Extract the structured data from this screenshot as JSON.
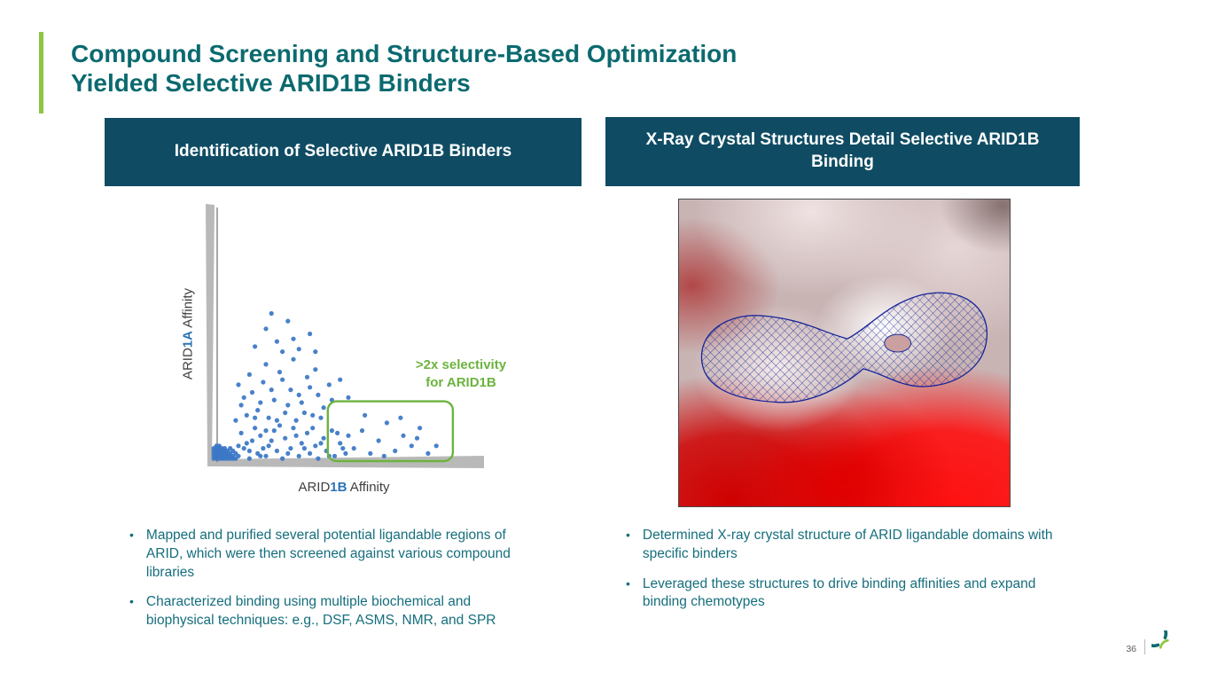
{
  "slide": {
    "title_line1": "Compound Screening and Structure-Based Optimization",
    "title_line2": "Yielded Selective ARID1B Binders"
  },
  "left_panel": {
    "header": "Identification of Selective ARID1B Binders",
    "bullets": [
      "Mapped and purified several potential ligandable regions of ARID, which were then screened against various compound libraries",
      "Characterized binding using multiple biochemical and biophysical techniques: e.g., DSF, ASMS, NMR, and SPR"
    ]
  },
  "right_panel": {
    "header": "X-Ray Crystal Structures Detail Selective ARID1B Binding",
    "bullets": [
      "Determined X-ray crystal structure of ARID ligandable domains with specific binders",
      "Leveraged these structures to drive binding affinities and expand binding chemotypes"
    ]
  },
  "chart_data": {
    "type": "scatter",
    "title": "Identification of Selective ARID1B Binders",
    "xlabel": "ARID1B Affinity",
    "ylabel": "ARID1A Affinity",
    "xlabel_parts": [
      "ARID",
      "1B",
      " Affinity"
    ],
    "ylabel_parts": [
      "ARID",
      "1A",
      " Affinity"
    ],
    "annotation_line1": ">2x selectivity",
    "annotation_line2": "for ARID1B",
    "axis_ticks": "none (qualitative affinity axes, normalized 0-1)",
    "point_color": "#3A76C4",
    "box_color": "#6CB33E",
    "selection_box": {
      "x": 0.425,
      "y": 0.0,
      "w": 0.455,
      "h": 0.235
    },
    "points": [
      [
        0.01,
        0.01
      ],
      [
        0.02,
        0.02
      ],
      [
        0.03,
        0.01
      ],
      [
        0.01,
        0.03
      ],
      [
        0.04,
        0.02
      ],
      [
        0.02,
        0.04
      ],
      [
        0.05,
        0.01
      ],
      [
        0.03,
        0.03
      ],
      [
        0.06,
        0.02
      ],
      [
        0.01,
        0.05
      ],
      [
        0.04,
        0.04
      ],
      [
        0.02,
        0.01
      ],
      [
        0.05,
        0.03
      ],
      [
        0.07,
        0.01
      ],
      [
        0.03,
        0.05
      ],
      [
        0.06,
        0.04
      ],
      [
        0.08,
        0.02
      ],
      [
        0.02,
        0.06
      ],
      [
        0.04,
        0.01
      ],
      [
        0.01,
        0.02
      ],
      [
        0.07,
        0.03
      ],
      [
        0.05,
        0.05
      ],
      [
        0.03,
        0.02
      ],
      [
        0.08,
        0.04
      ],
      [
        0.06,
        0.01
      ],
      [
        0.02,
        0.03
      ],
      [
        0.04,
        0.05
      ],
      [
        0.01,
        0.04
      ],
      [
        0.07,
        0.05
      ],
      [
        0.05,
        0.02
      ],
      [
        0.03,
        0.04
      ],
      [
        0.08,
        0.01
      ],
      [
        0.06,
        0.03
      ],
      [
        0.02,
        0.05
      ],
      [
        0.04,
        0.03
      ],
      [
        0.09,
        0.03
      ],
      [
        0.09,
        0.01
      ],
      [
        0.05,
        0.04
      ],
      [
        0.07,
        0.02
      ],
      [
        0.03,
        0.06
      ],
      [
        0.1,
        0.02
      ],
      [
        0.12,
        0.05
      ],
      [
        0.14,
        0.01
      ],
      [
        0.15,
        0.08
      ],
      [
        0.17,
        0.03
      ],
      [
        0.18,
        0.1
      ],
      [
        0.2,
        0.02
      ],
      [
        0.21,
        0.06
      ],
      [
        0.23,
        0.12
      ],
      [
        0.24,
        0.04
      ],
      [
        0.26,
        0.01
      ],
      [
        0.27,
        0.09
      ],
      [
        0.29,
        0.05
      ],
      [
        0.3,
        0.13
      ],
      [
        0.32,
        0.02
      ],
      [
        0.33,
        0.07
      ],
      [
        0.35,
        0.11
      ],
      [
        0.36,
        0.03
      ],
      [
        0.38,
        0.06
      ],
      [
        0.39,
        0.01
      ],
      [
        0.41,
        0.09
      ],
      [
        0.42,
        0.04
      ],
      [
        0.44,
        0.12
      ],
      [
        0.45,
        0.02
      ],
      [
        0.47,
        0.07
      ],
      [
        0.48,
        0.05
      ],
      [
        0.5,
        0.1
      ],
      [
        0.11,
        0.11
      ],
      [
        0.13,
        0.07
      ],
      [
        0.16,
        0.13
      ],
      [
        0.19,
        0.05
      ],
      [
        0.22,
        0.08
      ],
      [
        0.25,
        0.14
      ],
      [
        0.28,
        0.03
      ],
      [
        0.31,
        0.1
      ],
      [
        0.34,
        0.05
      ],
      [
        0.37,
        0.13
      ],
      [
        0.4,
        0.07
      ],
      [
        0.43,
        0.02
      ],
      [
        0.46,
        0.11
      ],
      [
        0.49,
        0.03
      ],
      [
        0.1,
        0.06
      ],
      [
        0.14,
        0.04
      ],
      [
        0.18,
        0.02
      ],
      [
        0.2,
        0.12
      ],
      [
        0.09,
        0.16
      ],
      [
        0.11,
        0.22
      ],
      [
        0.13,
        0.18
      ],
      [
        0.15,
        0.27
      ],
      [
        0.17,
        0.2
      ],
      [
        0.19,
        0.31
      ],
      [
        0.21,
        0.17
      ],
      [
        0.23,
        0.24
      ],
      [
        0.25,
        0.35
      ],
      [
        0.27,
        0.19
      ],
      [
        0.29,
        0.28
      ],
      [
        0.31,
        0.16
      ],
      [
        0.33,
        0.23
      ],
      [
        0.35,
        0.33
      ],
      [
        0.37,
        0.18
      ],
      [
        0.39,
        0.26
      ],
      [
        0.41,
        0.21
      ],
      [
        0.43,
        0.3
      ],
      [
        0.1,
        0.3
      ],
      [
        0.12,
        0.25
      ],
      [
        0.14,
        0.34
      ],
      [
        0.16,
        0.17
      ],
      [
        0.18,
        0.23
      ],
      [
        0.2,
        0.38
      ],
      [
        0.22,
        0.28
      ],
      [
        0.24,
        0.16
      ],
      [
        0.26,
        0.32
      ],
      [
        0.28,
        0.22
      ],
      [
        0.3,
        0.4
      ],
      [
        0.32,
        0.26
      ],
      [
        0.34,
        0.19
      ],
      [
        0.36,
        0.29
      ],
      [
        0.38,
        0.36
      ],
      [
        0.4,
        0.17
      ],
      [
        0.44,
        0.24
      ],
      [
        0.16,
        0.45
      ],
      [
        0.2,
        0.52
      ],
      [
        0.24,
        0.47
      ],
      [
        0.28,
        0.55
      ],
      [
        0.32,
        0.44
      ],
      [
        0.36,
        0.5
      ],
      [
        0.22,
        0.58
      ],
      [
        0.3,
        0.48
      ],
      [
        0.38,
        0.43
      ],
      [
        0.26,
        0.43
      ],
      [
        0.52,
        0.05
      ],
      [
        0.55,
        0.12
      ],
      [
        0.58,
        0.03
      ],
      [
        0.61,
        0.08
      ],
      [
        0.64,
        0.15
      ],
      [
        0.67,
        0.04
      ],
      [
        0.7,
        0.1
      ],
      [
        0.73,
        0.06
      ],
      [
        0.76,
        0.13
      ],
      [
        0.79,
        0.03
      ],
      [
        0.56,
        0.18
      ],
      [
        0.63,
        0.02
      ],
      [
        0.69,
        0.17
      ],
      [
        0.75,
        0.09
      ],
      [
        0.82,
        0.06
      ],
      [
        0.5,
        0.25
      ],
      [
        0.47,
        0.32
      ]
    ]
  },
  "footer": {
    "page_number": "36"
  },
  "colors": {
    "title": "#0B6A6F",
    "header_bg": "#0F4C63",
    "bullet_text": "#156E7D",
    "accent_green": "#8DC63F",
    "annotation_green": "#6CB33E",
    "scatter_blue": "#3A76C4",
    "axis_highlight_blue": "#2E74B5"
  }
}
